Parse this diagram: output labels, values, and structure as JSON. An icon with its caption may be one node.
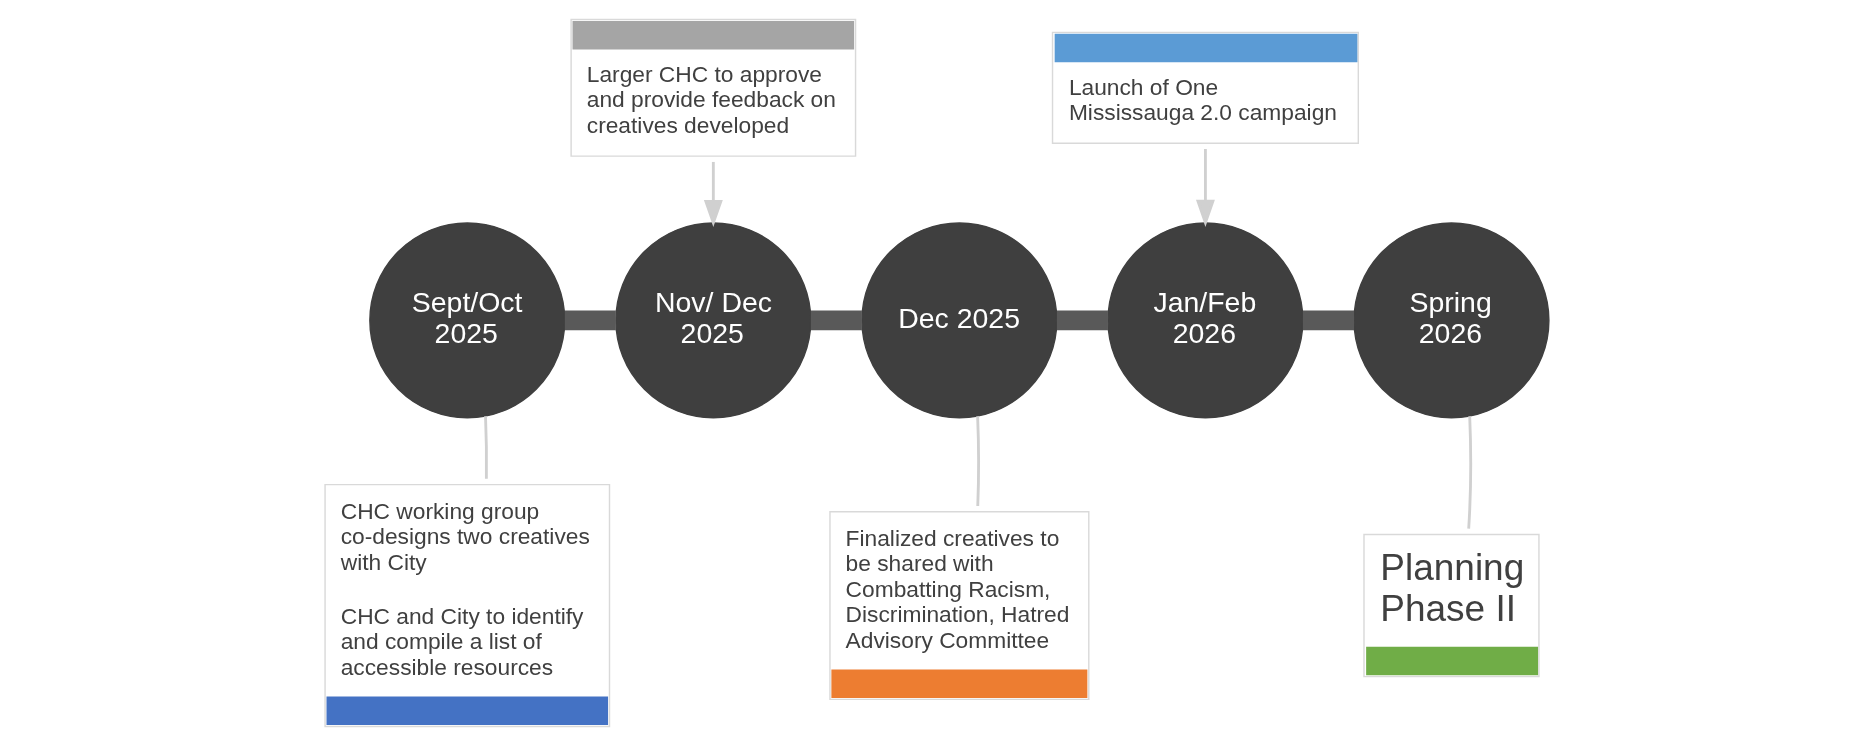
{
  "diagram": {
    "nodes": [
      {
        "text": [
          "Sept/Oct 2025"
        ]
      },
      {
        "text": [
          "Nov/ Dec 2025"
        ]
      },
      {
        "text": [
          "Dec 2025"
        ]
      },
      {
        "text": [
          "Jan/Feb 2026"
        ]
      },
      {
        "text": [
          "Spring 2026"
        ]
      },
      {
        "text": [
          "CHC working group co-designs two creatives with City",
          "CHC and City to identify and compile a list of accessible resources"
        ]
      },
      {
        "text": [
          "Larger CHC to approve and provide feedback on creatives developed"
        ]
      },
      {
        "text": [
          "Finalized creatives to be shared with Combatting Racism, Discrimination, Hatred Advisory Committee"
        ]
      },
      {
        "text": [
          "Launch of One Mississauga 2.0 campaign"
        ]
      },
      {
        "text": [
          "Planning Phase II"
        ]
      }
    ],
    "edges": [
      {
        "from": 0,
        "to": 1,
        "arrow": "none",
        "style": "thick",
        "color": "#595959"
      },
      {
        "from": 1,
        "to": 2,
        "arrow": "none",
        "style": "thick",
        "color": "#595959"
      },
      {
        "from": 2,
        "to": 3,
        "arrow": "none",
        "style": "thick",
        "color": "#595959"
      },
      {
        "from": 3,
        "to": 4,
        "arrow": "none",
        "style": "thick",
        "color": "#595959"
      },
      {
        "from": 5,
        "to": 0,
        "arrow": "none",
        "color": "#d0d0d0"
      },
      {
        "from": 6,
        "to": 1,
        "arrow": "to",
        "color": "#d0d0d0"
      },
      {
        "from": 7,
        "to": 2,
        "arrow": "none",
        "color": "#d0d0d0"
      },
      {
        "from": 8,
        "to": 3,
        "arrow": "to",
        "color": "#d0d0d0"
      },
      {
        "from": 9,
        "to": 4,
        "arrow": "none",
        "color": "#d0d0d0"
      }
    ]
  }
}
